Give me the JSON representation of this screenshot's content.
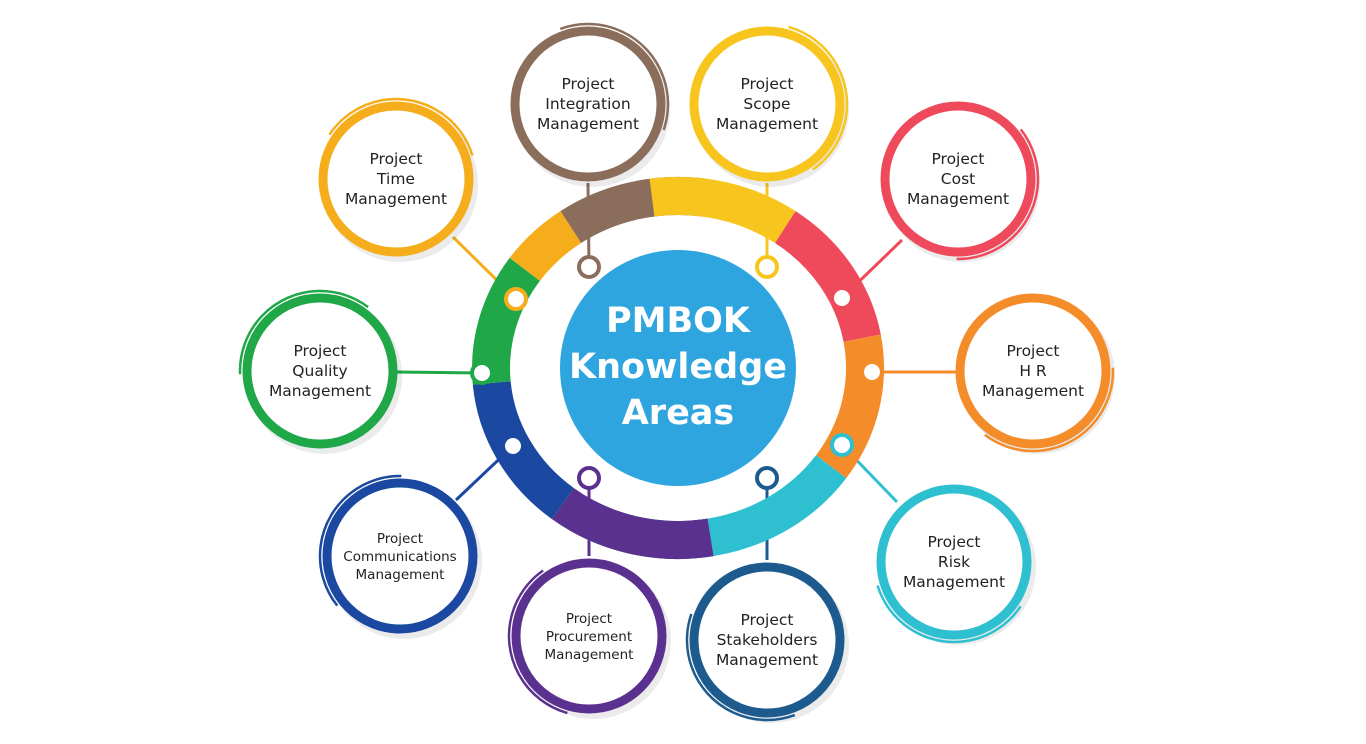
{
  "hub": {
    "lines": [
      "PMBOK",
      "Knowledge",
      "Areas"
    ],
    "color": "#2ea5df"
  },
  "areas": [
    {
      "id": "integration",
      "lines": [
        "Project",
        "Integration",
        "Management"
      ],
      "color": "#8b6d5c"
    },
    {
      "id": "scope",
      "lines": [
        "Project",
        "Scope",
        "Management"
      ],
      "color": "#f7c51d"
    },
    {
      "id": "cost",
      "lines": [
        "Project",
        "Cost",
        "Management"
      ],
      "color": "#ee4a5b"
    },
    {
      "id": "hr",
      "lines": [
        "Project",
        "H R",
        "Management"
      ],
      "color": "#f48c2a"
    },
    {
      "id": "risk",
      "lines": [
        "Project",
        "Risk",
        "Management"
      ],
      "color": "#2ebfd0"
    },
    {
      "id": "stakeholders",
      "lines": [
        "Project",
        "Stakeholders",
        "Management"
      ],
      "color": "#1d5b8e"
    },
    {
      "id": "procurement",
      "lines": [
        "Project",
        "Procurement",
        "Management"
      ],
      "color": "#5b318f"
    },
    {
      "id": "communications",
      "lines": [
        "Project",
        "Communications",
        "Management"
      ],
      "color": "#1b48a0"
    },
    {
      "id": "quality",
      "lines": [
        "Project",
        "Quality",
        "Management"
      ],
      "color": "#1fa748"
    },
    {
      "id": "time",
      "lines": [
        "Project",
        "Time",
        "Management"
      ],
      "color": "#f6ad1c"
    }
  ]
}
